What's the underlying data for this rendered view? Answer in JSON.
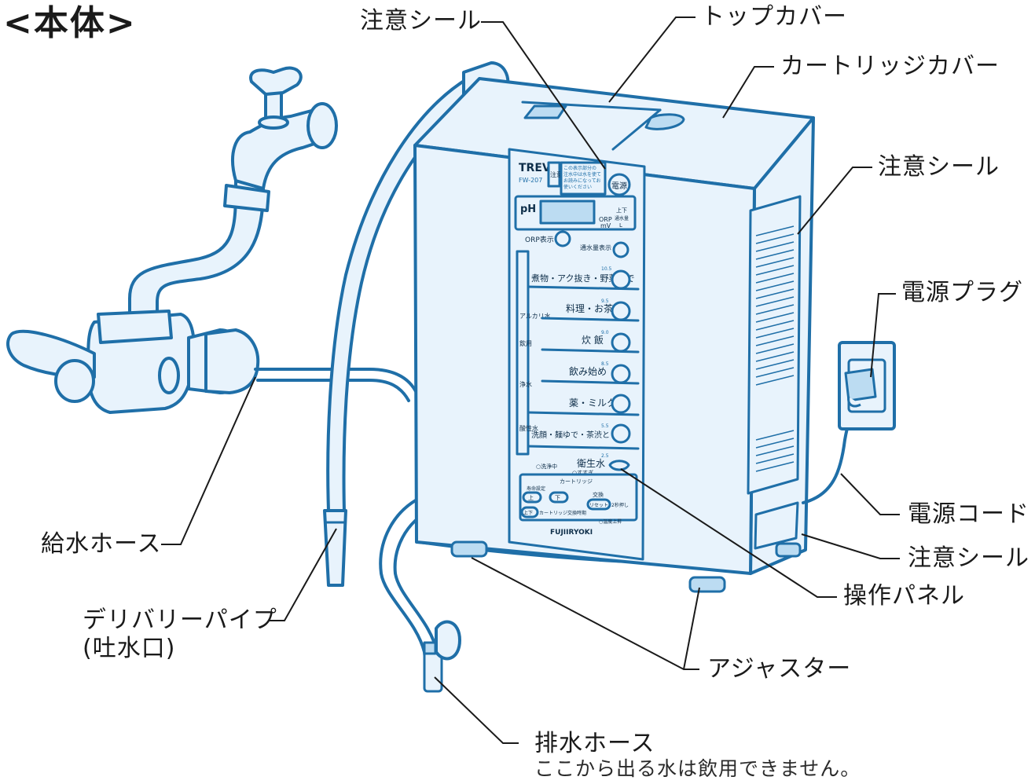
{
  "title": "<本体>",
  "labels": {
    "caution_seal_top": "注意シール",
    "top_cover": "トップカバー",
    "cartridge_cover": "カートリッジカバー",
    "caution_seal_side": "注意シール",
    "power_plug": "電源プラグ",
    "power_cord": "電源コード",
    "caution_seal_bottom": "注意シール",
    "operation_panel": "操作パネル",
    "adjuster": "アジャスター",
    "supply_hose": "給水ホース",
    "delivery_pipe": "デリバリーパイプ",
    "delivery_pipe_sub": "(吐水口)",
    "drain_hose": "排水ホース",
    "drain_note": "ここから出る水は飲用できません。"
  },
  "panel": {
    "brand": "TREVI",
    "model": "FW-207",
    "caution_mark": "注意",
    "caution_text": [
      "この表示部分の",
      "注水中は水を使て",
      "お読みになってお",
      "使いください"
    ],
    "power": "電源",
    "ph": "pH",
    "orp": "ORP",
    "mv": "mV",
    "flow_top": "上下",
    "flow_unit": "通水量",
    "flow_l": "L",
    "orp_display": "ORP表示",
    "flow_display": "通水量表示",
    "modes": [
      {
        "name": "煮物・アク抜き・野菜ゆで",
        "ph": "10.5"
      },
      {
        "name": "料理・お茶",
        "ph": "9.5"
      },
      {
        "name": "炊 飯",
        "ph": "9.0"
      },
      {
        "name": "飲み始め",
        "ph": "8.5"
      },
      {
        "name": "薬・ミルク",
        "ph": ""
      },
      {
        "name": "洗顔・麺ゆで・茶渋とり",
        "ph": "5.5"
      },
      {
        "name": "衛生水",
        "ph": "2.5"
      }
    ],
    "side_alkaline": "アルカリ水",
    "side_drink": "飲用",
    "side_pure": "浄水",
    "side_acid": "酸性水",
    "washing": "○洗浄中",
    "rinse": "○すすぎ",
    "cartridge": "カートリッジ",
    "life_setting": "寿命設定",
    "up": "上",
    "down": "下",
    "exchange": "交換",
    "reset": "リセット",
    "reset_note": "2秒押し",
    "cartridge_time": "カートリッジ交換時期",
    "temp_up": "○温度上昇",
    "maker": "FUJIIRYOKI"
  },
  "colors": {
    "line": "#1f6fa8",
    "fill": "#e8f3fc",
    "fill_dark": "#bcdcf2",
    "leader": "#1a1a1a"
  }
}
